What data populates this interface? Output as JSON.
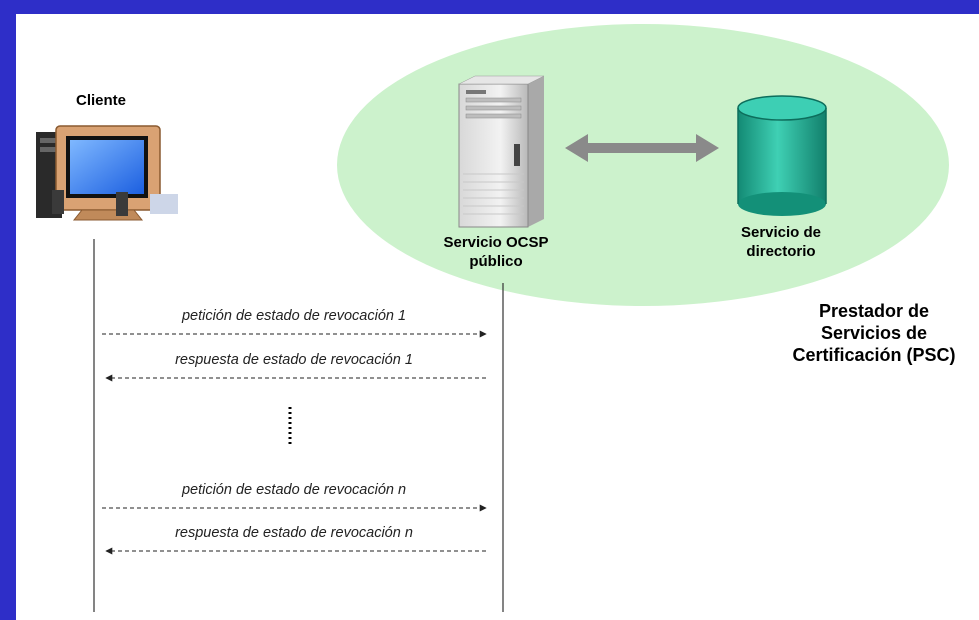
{
  "colors": {
    "frame": "#2e2ec8",
    "psc_ellipse": "#ccf2cc",
    "database": "#20a890",
    "arrow_double": "#8a8a8a"
  },
  "cliente": {
    "label": "Cliente",
    "icon": "desktop-computer-icon"
  },
  "ocsp": {
    "label_line1": "Servicio OCSP",
    "label_line2": "público",
    "icon": "server-tower-icon"
  },
  "directorio": {
    "label_line1": "Servicio de",
    "label_line2": "directorio",
    "icon": "database-cylinder-icon"
  },
  "psc": {
    "line1": "Prestador de",
    "line2": "Servicios de",
    "line3": "Certificación (PSC)"
  },
  "messages": [
    {
      "text": "petición de estado de revocación 1",
      "direction": "to-ocsp"
    },
    {
      "text": "respuesta de estado de revocación 1",
      "direction": "to-cliente"
    },
    {
      "text": "petición de estado de revocación n",
      "direction": "to-ocsp"
    },
    {
      "text": "respuesta de estado de revocación n",
      "direction": "to-cliente"
    }
  ]
}
